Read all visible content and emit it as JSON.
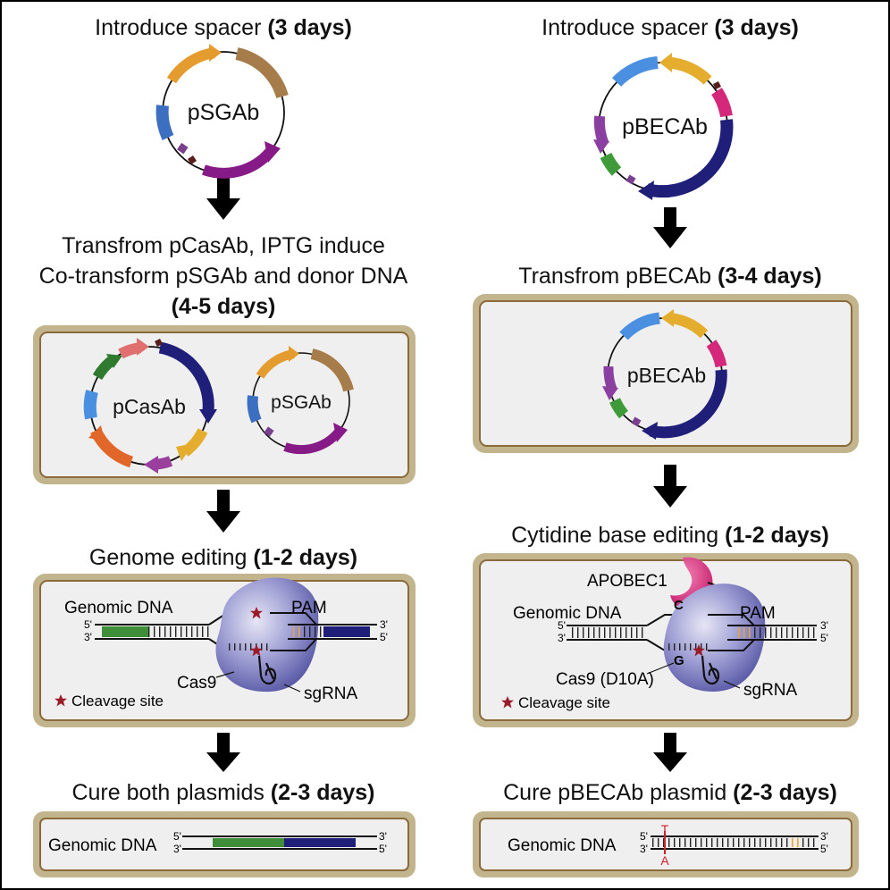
{
  "left": {
    "step1_text": "Introduce spacer ",
    "step1_time": "(3 days)",
    "step2_line1": "Transfrom pCasAb, IPTG induce",
    "step2_line2": "Co-transform pSGAb and donor DNA",
    "step2_time": "(4-5 days)",
    "step3_text": "Genome editing ",
    "step3_time": "(1-2 days)",
    "step4_text": "Cure both plasmids ",
    "step4_time": "(2-3 days)",
    "plasmid_sg": "pSGAb",
    "plasmid_cas": "pCasAb",
    "genomic_dna": "Genomic DNA",
    "pam": "PAM",
    "cas9": "Cas9",
    "sgrna": "sgRNA",
    "cleavage": "Cleavage site"
  },
  "right": {
    "step1_text": "Introduce spacer ",
    "step1_time": "(3 days)",
    "step2_text": "Transfrom pBECAb ",
    "step2_time": "(3-4 days)",
    "step3_text": "Cytidine base editing ",
    "step3_time": "(1-2 days)",
    "step4_text": "Cure pBECAb plasmid ",
    "step4_time": "(2-3 days)",
    "plasmid": "pBECAb",
    "apobec": "APOBEC1",
    "genomic_dna": "Genomic DNA",
    "pam": "PAM",
    "cas9": "Cas9 (D10A)",
    "sgrna": "sgRNA",
    "cleavage": "Cleavage site",
    "base_c": "C",
    "base_g": "G",
    "base_t": "T",
    "base_a": "A"
  },
  "strand": {
    "five": "5'",
    "three": "3'"
  },
  "colors": {
    "panel_fill": "#efefef",
    "panel_border": "#c2b48c",
    "panel_inner": "#8b6a3c",
    "cas9": "#8f8fc9",
    "apobec": "#d4297a",
    "green": "#3f8f3a",
    "navy": "#1f1f7a",
    "star": "#9a1c28",
    "pam": "#e8a33a",
    "edit": "#d0212b"
  },
  "icons": [
    "down-arrow-icon",
    "star-icon",
    "plasmid-icon"
  ]
}
